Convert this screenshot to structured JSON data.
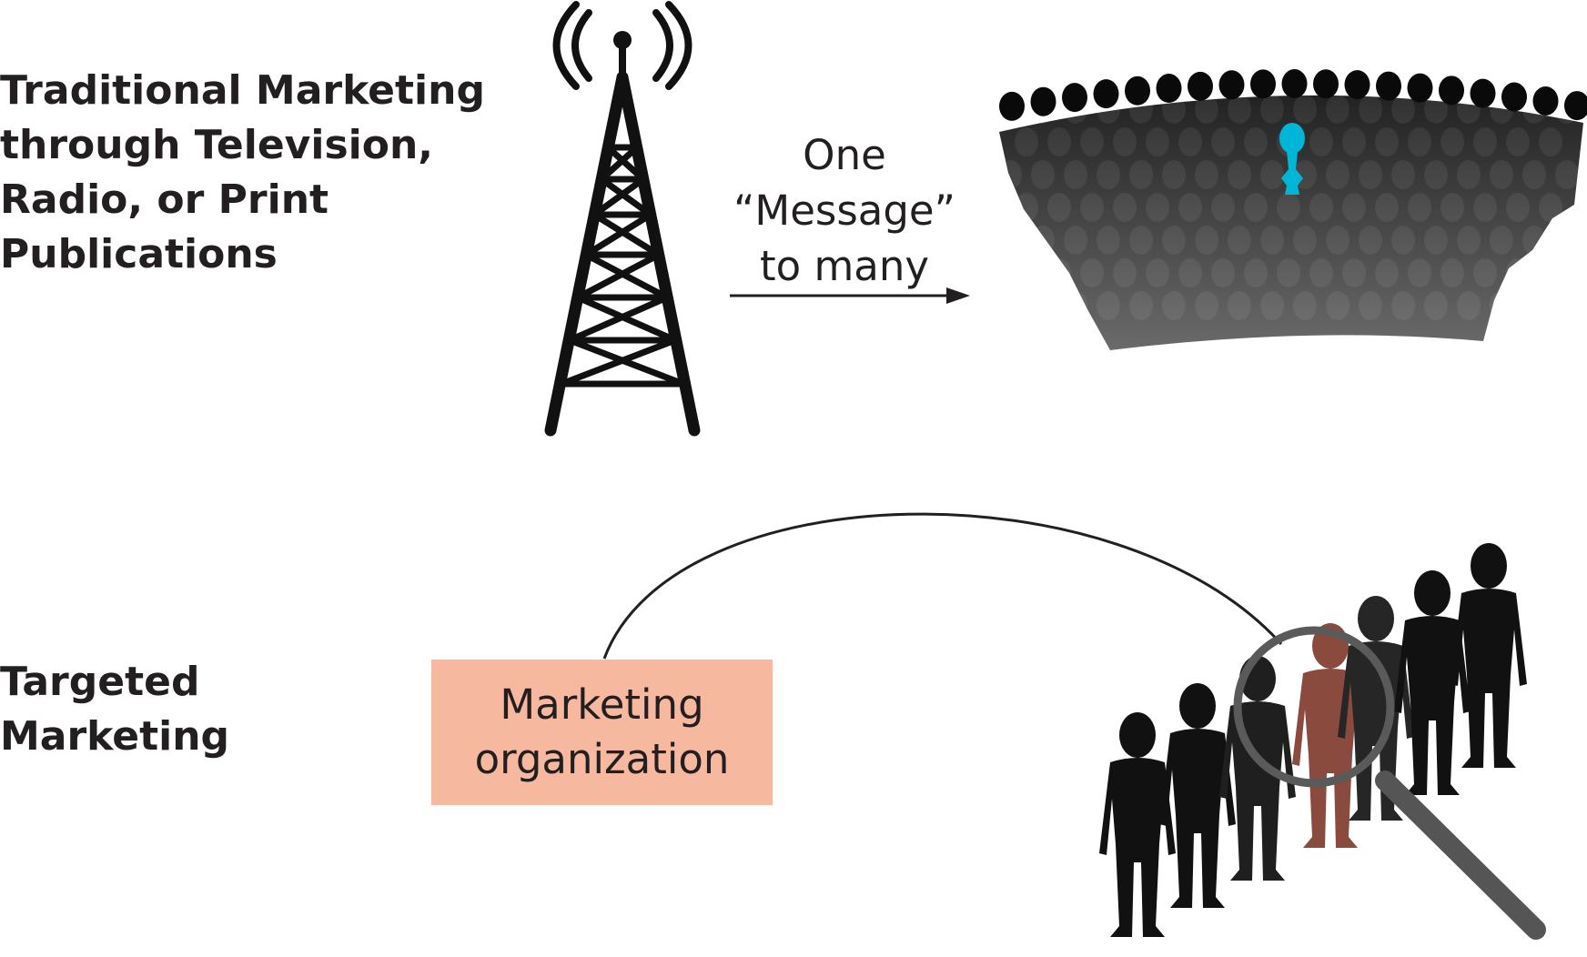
{
  "traditional": {
    "heading_lines": [
      "Traditional Marketing",
      "through Television,",
      "Radio, or Print",
      "Publications"
    ],
    "caption_lines": [
      "One",
      "“Message”",
      "to many"
    ]
  },
  "targeted": {
    "heading_lines": [
      "Targeted",
      "Marketing"
    ],
    "box_lines": [
      "Marketing",
      "organization"
    ]
  },
  "icons": {
    "tower": "broadcast-tower-icon",
    "crowd": "audience-crowd-icon",
    "line": "people-line-icon",
    "magnifier": "magnifying-glass-icon"
  },
  "colors": {
    "text": "#231f20",
    "box_fill": "#f7b8a0",
    "highlight_person": "#00b6d6",
    "selected_person": "#8a4a3e",
    "people": "#111111"
  }
}
